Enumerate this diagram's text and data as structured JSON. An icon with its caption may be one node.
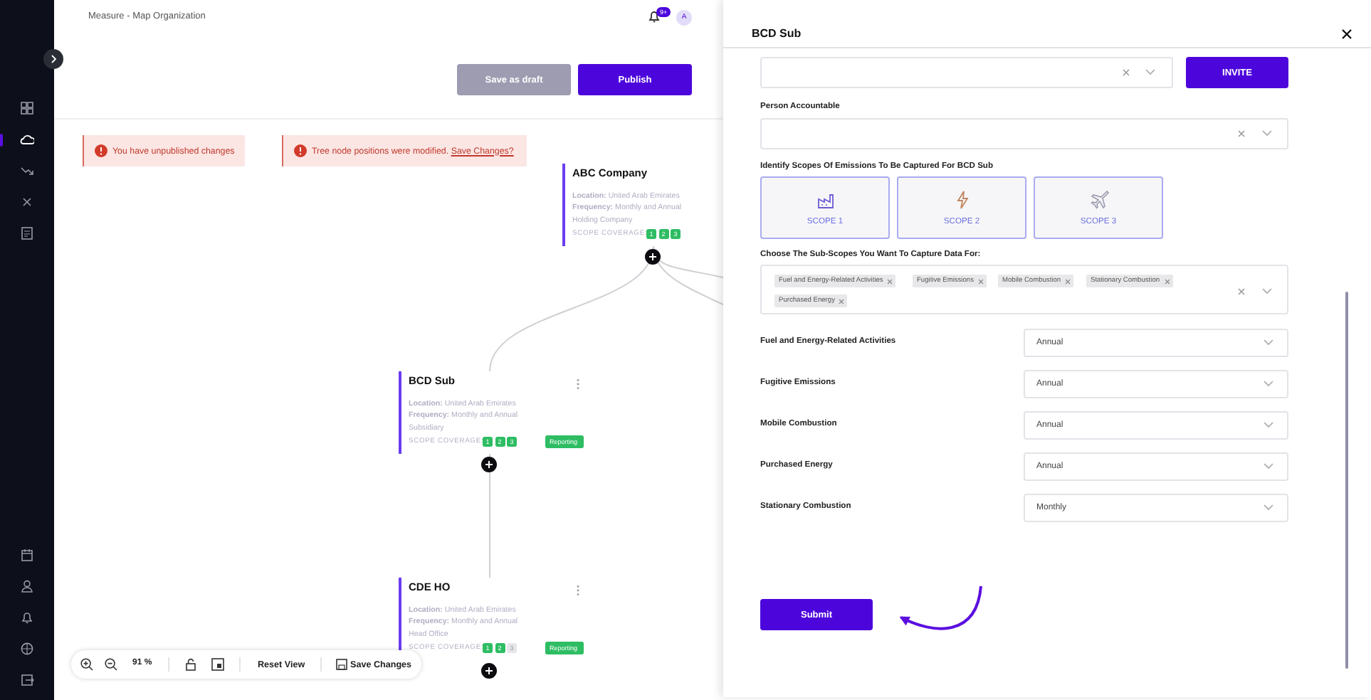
{
  "diagram": {
    "nodes": [
      {
        "text": [
          "ABC Company",
          "**Location:** United Arab Emirates",
          "**Frequency:** Monthly and Annual",
          "Holding Company",
          "SCOPE COVERAGE:",
          "1",
          "2",
          "3"
        ]
      },
      {
        "text": [
          "BCD Sub",
          "**Location:** United Arab Emirates",
          "**Frequency:** Monthly and Annual",
          "Subsidiary",
          "SCOPE COVERAGE:",
          "1",
          "2",
          "3",
          "Reporting"
        ]
      },
      {
        "text": [
          "CDE HO",
          "**Location:** United Arab Emirates",
          "**Frequency:** Monthly and Annual",
          "Head Office",
          "SCOPE COVERAGE:",
          "1",
          "2",
          "3",
          "Reporting"
        ]
      }
    ],
    "edges": [
      {
        "from": 0,
        "to": 1,
        "arrow": "none"
      },
      {
        "from": 0,
        "to": null,
        "arrow": "none"
      },
      {
        "from": 0,
        "to": null,
        "arrow": "none"
      },
      {
        "from": 1,
        "to": 2,
        "arrow": "none"
      }
    ],
    "labels": [
      "Measure - Map Organization",
      "9+",
      "A",
      "Save as draft",
      "Publish",
      "You have unpublished changes",
      "Tree node positions were modified.",
      "Save Changes?",
      "BCD Sub",
      "INVITE",
      "Person Accountable",
      "Identify Scopes Of Emissions To Be Captured For BCD Sub",
      "SCOPE 1",
      "SCOPE 2",
      "SCOPE 3",
      "Choose The Sub-Scopes You Want To Capture Data For:",
      "Fuel and Energy-Related Activities",
      "Fugitive Emissions",
      "Mobile Combustion",
      "Stationary Combustion",
      "Purchased Energy",
      "Fuel and Energy-Related Activities",
      "Annual",
      "Fugitive Emissions",
      "Annual",
      "Mobile Combustion",
      "Annual",
      "Purchased Energy",
      "Annual",
      "Stationary Combustion",
      "Monthly",
      "Submit",
      "91 %",
      "Reset View",
      "Save Changes"
    ]
  }
}
